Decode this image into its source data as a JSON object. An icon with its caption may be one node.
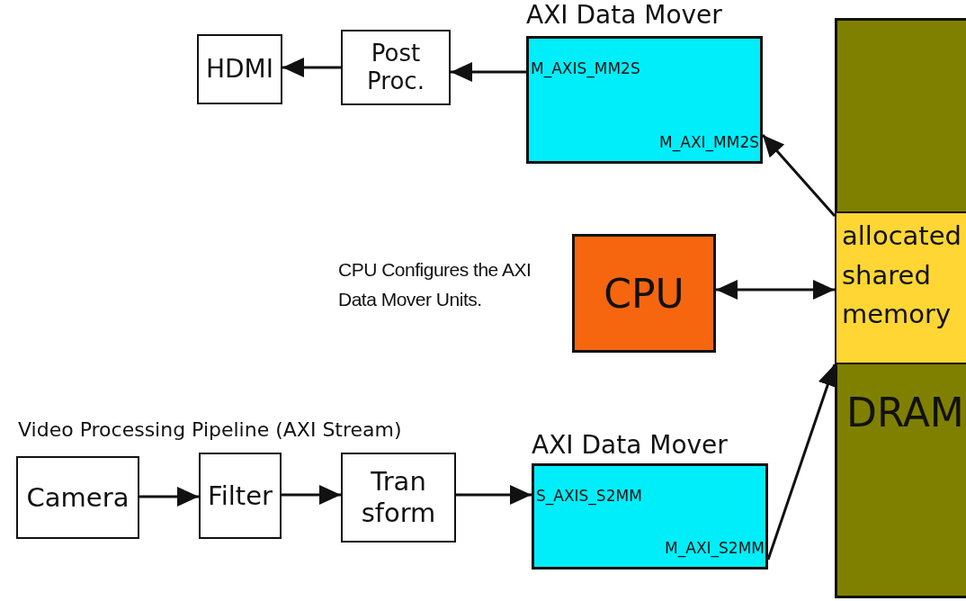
{
  "diagram": {
    "nodes": [
      {
        "text": [
          "HDMI"
        ]
      },
      {
        "text": [
          "Post Proc."
        ]
      },
      {
        "text": [
          "AXI Data Mover",
          "M_AXIS_MM2S",
          "M_AXI_MM2S"
        ]
      },
      {
        "text": [
          "CPU"
        ],
        "beside": [
          "CPU Configures the AXI Data Mover Units."
        ]
      },
      {
        "text": [
          "DRAM"
        ]
      },
      {
        "text": [
          "allocated shared memory"
        ],
        "in": 4
      },
      {
        "text": [
          "Camera"
        ]
      },
      {
        "text": [
          "Filter"
        ]
      },
      {
        "text": [
          "Tran sform"
        ]
      },
      {
        "text": [
          "AXI Data Mover",
          "S_AXIS_S2MM",
          "M_AXI_S2MM"
        ]
      }
    ],
    "edges": [
      {
        "from": 2,
        "to": 1,
        "arrow": "to"
      },
      {
        "from": 1,
        "to": 0,
        "arrow": "to"
      },
      {
        "from": 5,
        "to": 2,
        "arrow": "to"
      },
      {
        "from": 3,
        "to": 5,
        "arrow": "both"
      },
      {
        "from": 6,
        "to": 7,
        "arrow": "to"
      },
      {
        "from": 7,
        "to": 8,
        "arrow": "to"
      },
      {
        "from": 8,
        "to": 9,
        "arrow": "to"
      },
      {
        "from": 9,
        "to": 5,
        "arrow": "to"
      }
    ],
    "labels": [
      "Video Processing Pipeline (AXI Stream)"
    ]
  }
}
